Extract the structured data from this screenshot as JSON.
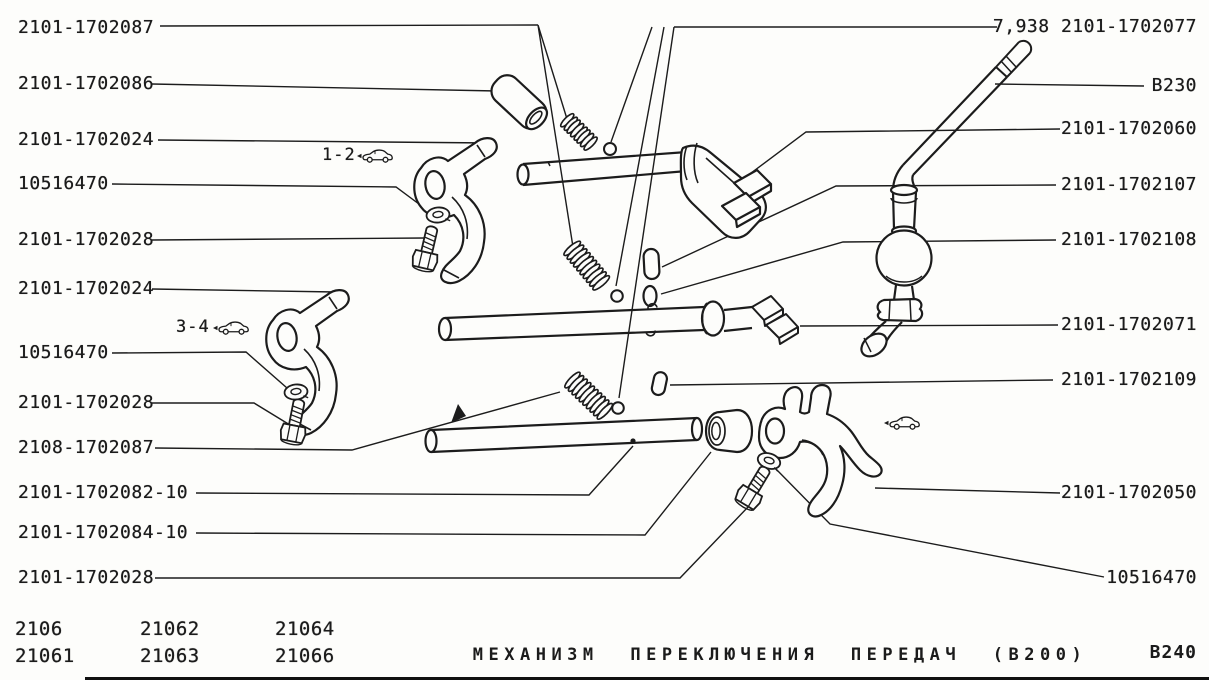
{
  "figure": {
    "caption": "МЕХАНИЗМ ПЕРЕКЛЮЧЕНИЯ ПЕРЕДАЧ (В200)",
    "sheet_code": "В240"
  },
  "callouts": {
    "left": [
      "2101-1702087",
      "2101-1702086",
      "2101-1702024",
      "10516470",
      "2101-1702028",
      "2101-1702024",
      "10516470",
      "2101-1702028",
      "2108-1702087",
      "2101-1702082-10",
      "2101-1702084-10",
      "2101-1702028"
    ],
    "right": [
      "7,938 2101-1702077",
      "В230",
      "2101-1702060",
      "2101-1702107",
      "2101-1702108",
      "2101-1702071",
      "2101-1702109",
      "2101-1702050",
      "10516470"
    ]
  },
  "annotations": {
    "gear_range_12": "1-2",
    "gear_range_34": "3-4"
  },
  "models": {
    "rows": [
      [
        "2106",
        "21062",
        "21064"
      ],
      [
        "21061",
        "21063",
        "21066"
      ]
    ]
  },
  "ink_color": "#1c1c1c"
}
